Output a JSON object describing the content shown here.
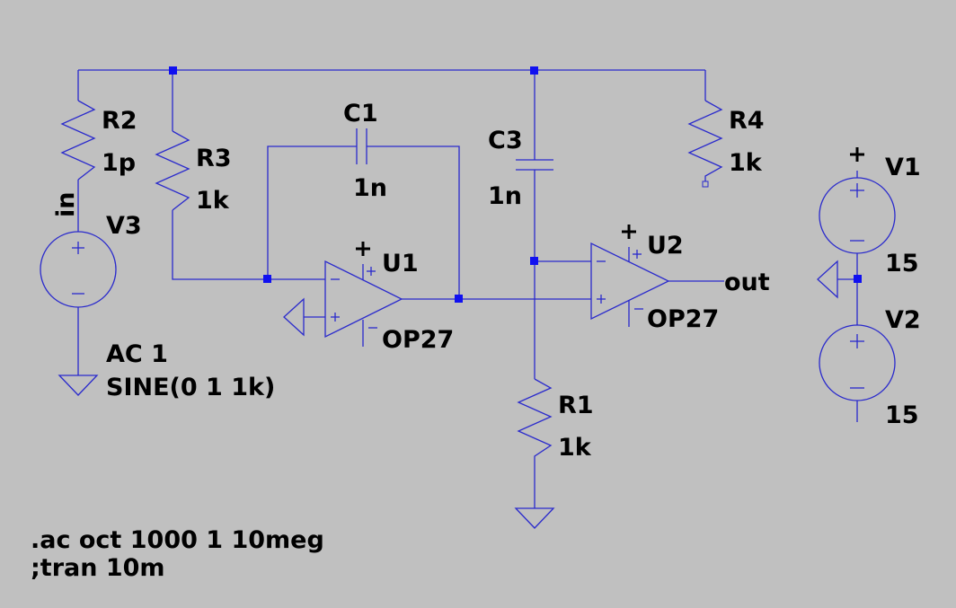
{
  "components": {
    "r2": {
      "name": "R2",
      "value": "1p"
    },
    "r3": {
      "name": "R3",
      "value": "1k"
    },
    "r4": {
      "name": "R4",
      "value": "1k"
    },
    "r1": {
      "name": "R1",
      "value": "1k"
    },
    "c1": {
      "name": "C1",
      "value": "1n"
    },
    "c3": {
      "name": "C3",
      "value": "1n"
    },
    "v3": {
      "name": "V3",
      "line1": "AC 1",
      "line2": "SINE(0 1 1k)"
    },
    "v1": {
      "name": "V1",
      "value": "15"
    },
    "v2": {
      "name": "V2",
      "value": "15"
    },
    "u1": {
      "name": "U1",
      "model": "OP27"
    },
    "u2": {
      "name": "U2",
      "model": "OP27"
    }
  },
  "nets": {
    "input": "in",
    "output": "out"
  },
  "spice": {
    "ac": ".ac oct 1000 1 10meg",
    "tran": ";tran 10m"
  },
  "colors": {
    "background": "#c0c0c0",
    "wire": "#2a2acc",
    "junction": "#1010f0",
    "text": "#000000"
  }
}
